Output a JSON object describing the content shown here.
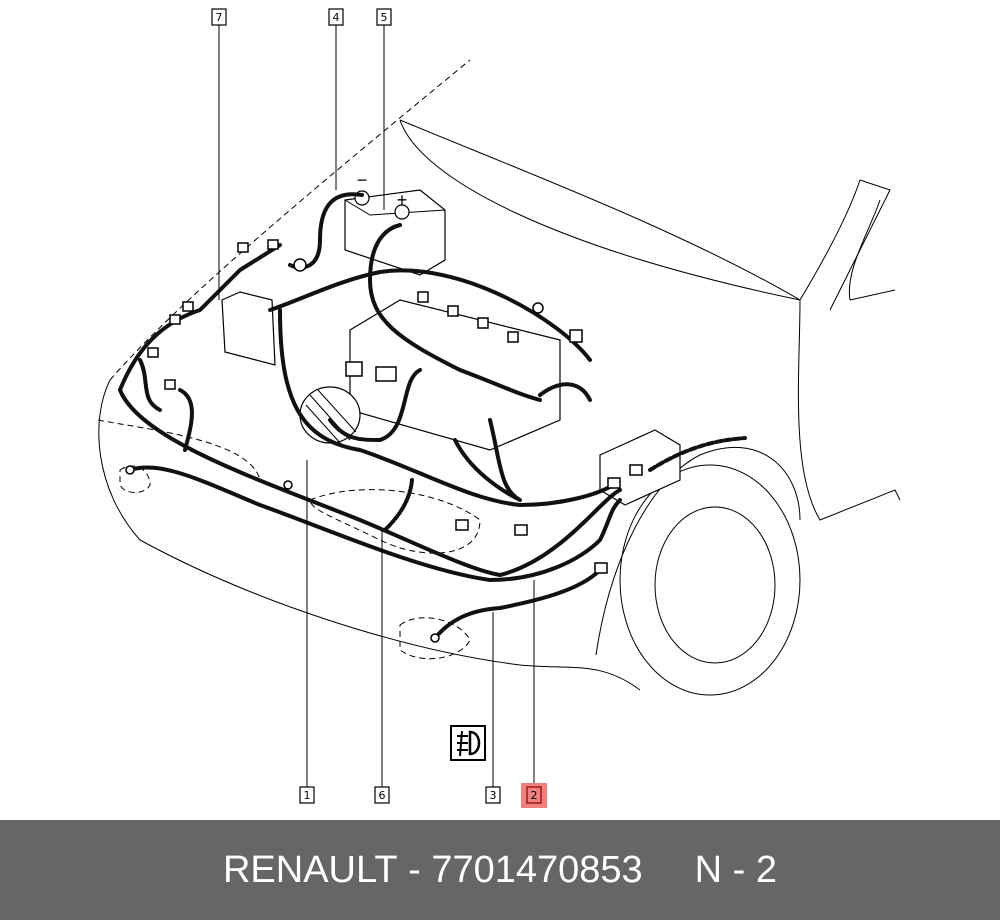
{
  "diagram": {
    "callouts": [
      {
        "label": "7"
      },
      {
        "label": "4"
      },
      {
        "label": "5"
      },
      {
        "label": "1"
      },
      {
        "label": "6"
      },
      {
        "label": "3"
      },
      {
        "label": "2",
        "highlighted": true
      }
    ],
    "highlight_color": "#f08080",
    "battery_minus": "−",
    "battery_plus": "+",
    "fog_lamp_icon": "fog-lamp-symbol"
  },
  "footer": {
    "brand": "RENAULT",
    "separator": "-",
    "part_number": "7701470853",
    "position_label": "N - 2"
  }
}
